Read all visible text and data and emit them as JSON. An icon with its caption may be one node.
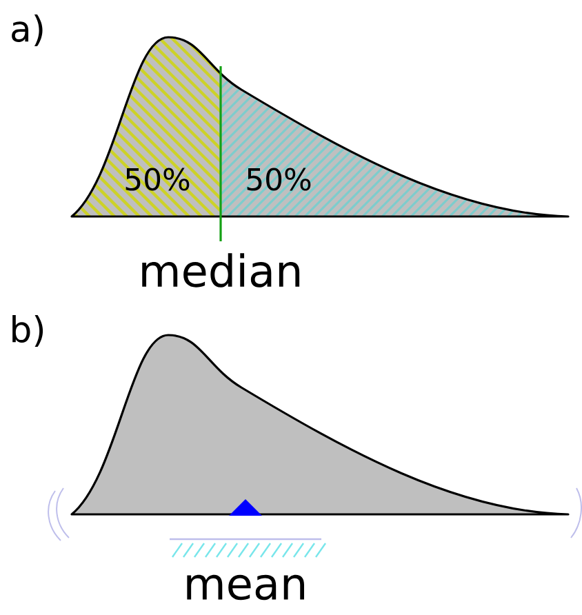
{
  "diagram": {
    "labels": [
      "a)",
      "50%",
      "50%",
      "median",
      "b)",
      "mean"
    ]
  }
}
